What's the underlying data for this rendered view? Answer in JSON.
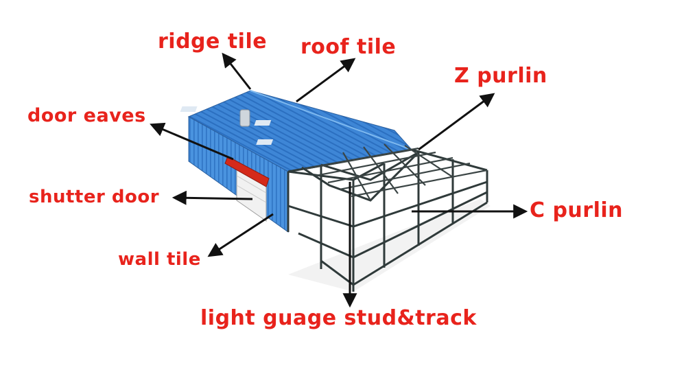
{
  "labels": {
    "ridge_tile": "ridge tile",
    "roof_tile": "roof tile",
    "z_purlin": "Z purlin",
    "door_eaves": "door eaves",
    "shutter_door": "shutter door",
    "c_purlin": "C purlin",
    "wall_tile": "wall tile",
    "stud_track": "light guage stud&track"
  },
  "colors": {
    "label": "#e8231c",
    "roof_blue": "#3e86d6",
    "roof_blue_light": "#6aa8e8",
    "wall_blue": "#4a93df",
    "steel": "#2f3a3a",
    "eaves_red": "#d42a1a",
    "arrow": "#111111"
  }
}
